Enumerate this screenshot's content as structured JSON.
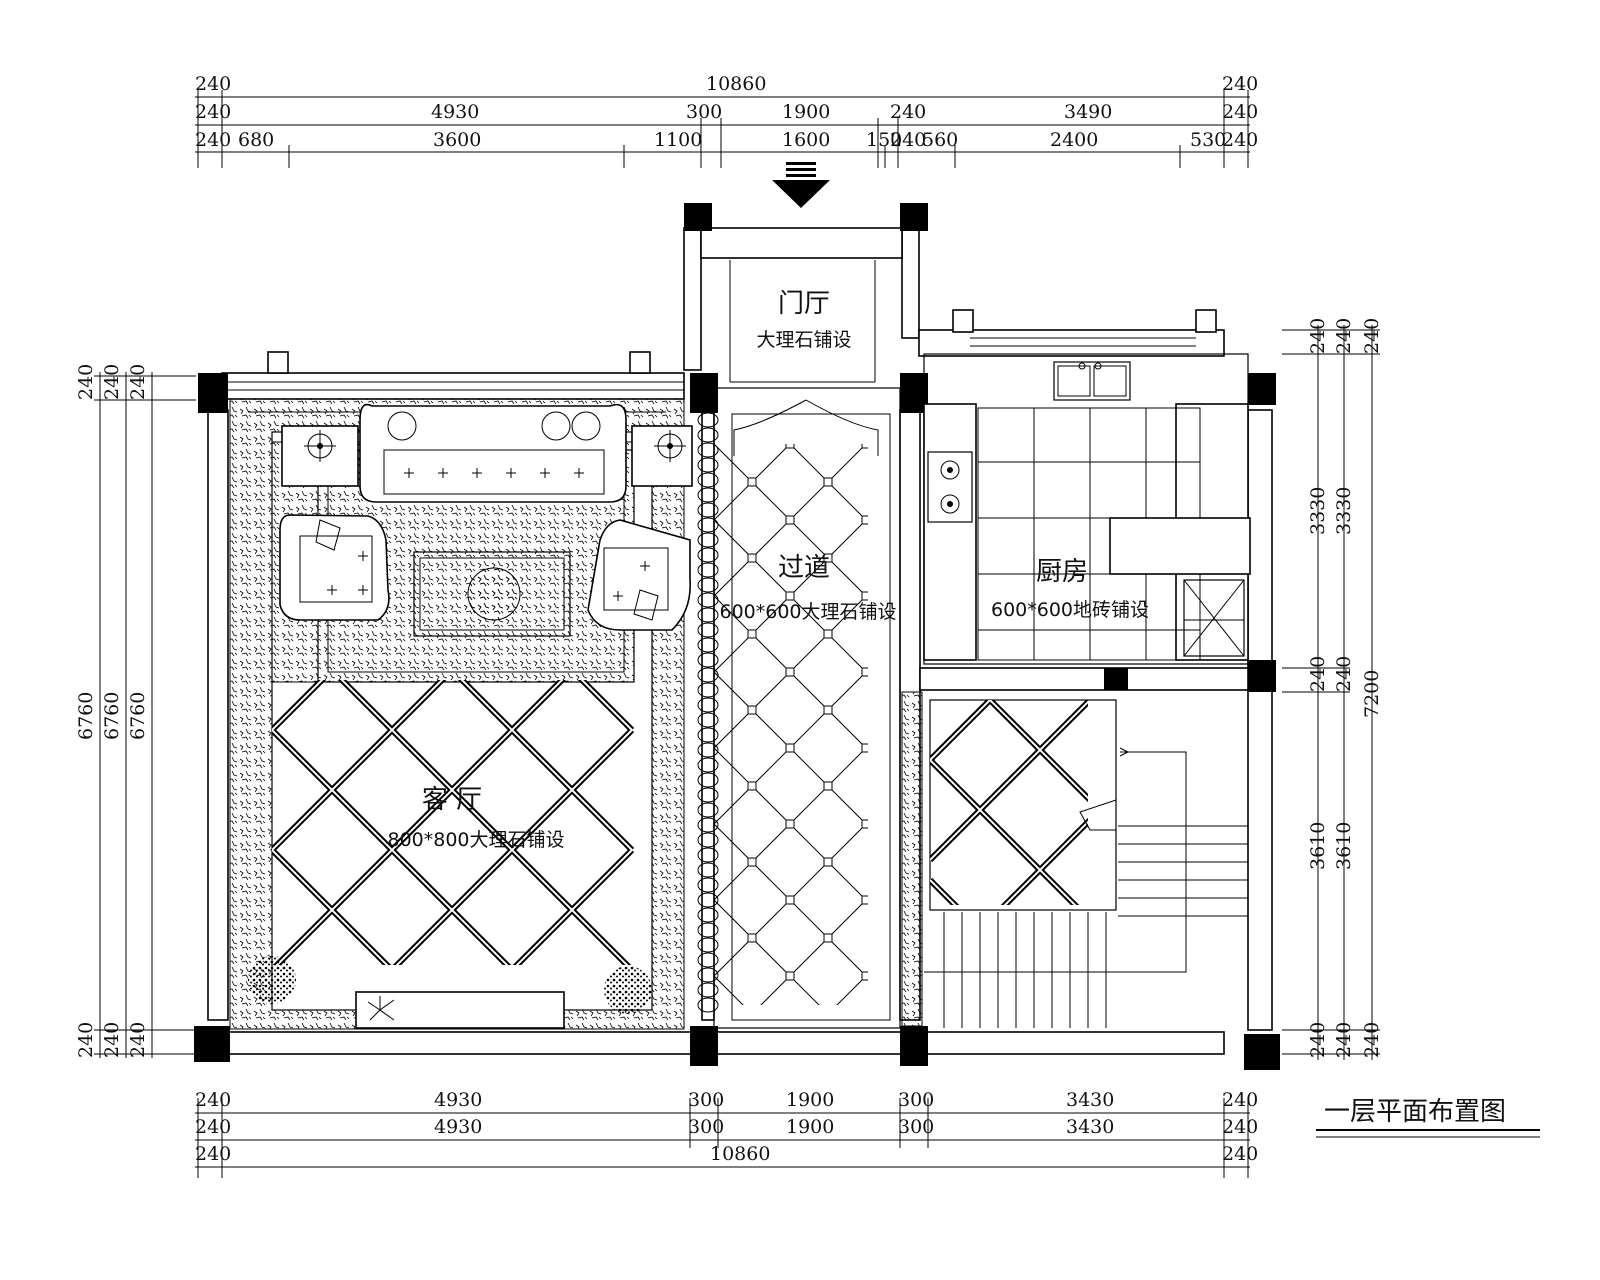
{
  "drawing_title": "一层平面布置图",
  "rooms": {
    "foyer": {
      "name": "门厅",
      "material": "大理石铺设"
    },
    "corridor": {
      "name": "过道",
      "material": "600*600大理石铺设"
    },
    "kitchen": {
      "name": "厨房",
      "material": "600*600地砖铺设"
    },
    "living": {
      "name": "客 厅",
      "material": "800*800大理石铺设"
    }
  },
  "dimensions": {
    "top_row1": [
      "240",
      "10860",
      "240"
    ],
    "top_row2": [
      "240",
      "4930",
      "300",
      "1900",
      "240",
      "3490",
      "240"
    ],
    "top_row3": [
      "240",
      "680",
      "3600",
      "1100",
      "1600",
      "150",
      "240",
      "560",
      "2400",
      "530",
      "240"
    ],
    "bottom_row1": [
      "240",
      "4930",
      "300",
      "1900",
      "300",
      "3430",
      "240"
    ],
    "bottom_row2": [
      "240",
      "4930",
      "300",
      "1900",
      "300",
      "3430",
      "240"
    ],
    "bottom_row3": [
      "240",
      "10860",
      "240"
    ],
    "left": [
      "240",
      "240",
      "240",
      "6760",
      "6760",
      "6760",
      "240",
      "240",
      "240"
    ],
    "right": [
      "240",
      "240",
      "240",
      "3330",
      "3330",
      "240",
      "240",
      "7200",
      "3610",
      "3610",
      "240",
      "240",
      "240"
    ]
  }
}
